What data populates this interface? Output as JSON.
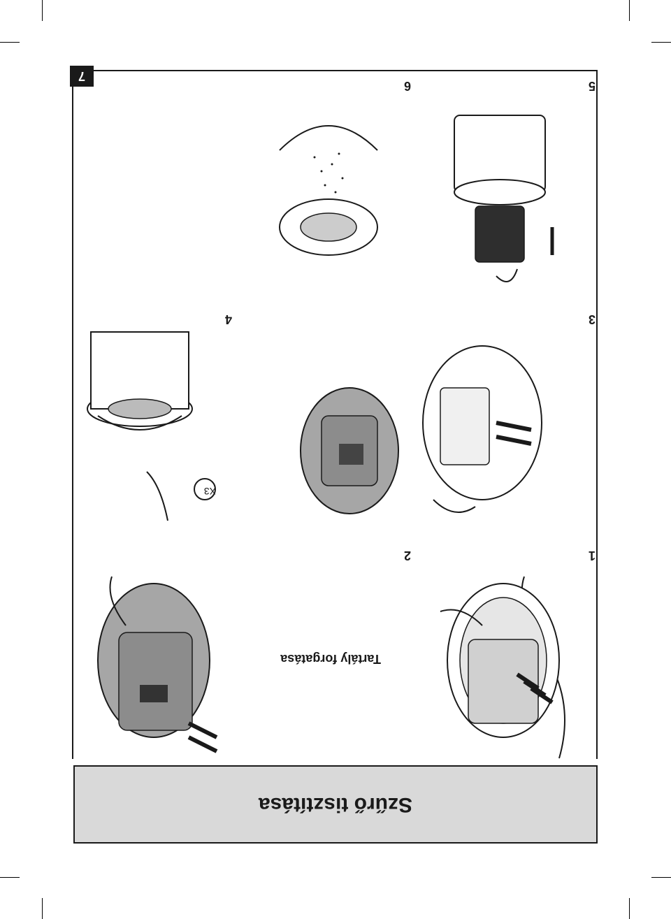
{
  "page_number": "7",
  "section_title": "Szűrő tisztítása",
  "subtitle": "Tartály forgatása",
  "steps": [
    "1",
    "2",
    "3",
    "4",
    "5",
    "6"
  ],
  "rotation_label": "X3"
}
